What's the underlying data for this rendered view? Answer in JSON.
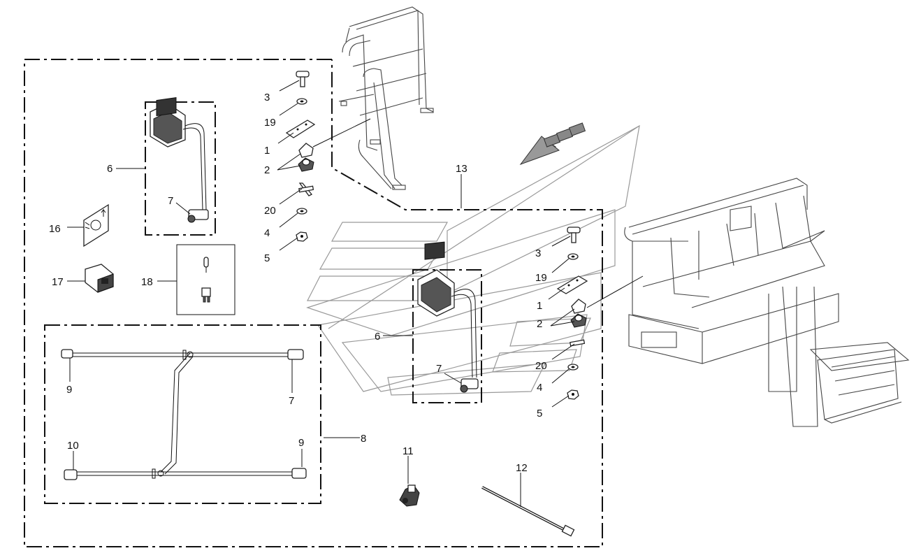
{
  "callouts": {
    "c1_left": "1",
    "c2_left": "2",
    "c3_left": "3",
    "c4_left": "4",
    "c5_left": "5",
    "c19_left": "19",
    "c20_left": "20",
    "c1_right": "1",
    "c2_right": "2",
    "c3_right": "3",
    "c4_right": "4",
    "c5_right": "5",
    "c19_right": "19",
    "c20_right": "20",
    "c6_left": "6",
    "c7_left": "7",
    "c6_right": "6",
    "c7_right": "7",
    "c8": "8",
    "c9_a": "9",
    "c9_b": "9",
    "c7_harness": "7",
    "c10": "10",
    "c11": "11",
    "c12": "12",
    "c13": "13",
    "c16": "16",
    "c17": "17",
    "c18": "18"
  },
  "icons": {
    "work_lamp": "work-lamp-icon",
    "switch_symbol": "light-switch-symbol-icon",
    "relay": "relay-icon",
    "fuse": "fuse-icon",
    "bulb": "bulb-icon",
    "connector": "connector-icon",
    "cable_tie": "cable-tie-icon",
    "handrail": "handrail-icon",
    "platform": "platform-icon",
    "direction_arrow": "direction-arrow-icon"
  }
}
